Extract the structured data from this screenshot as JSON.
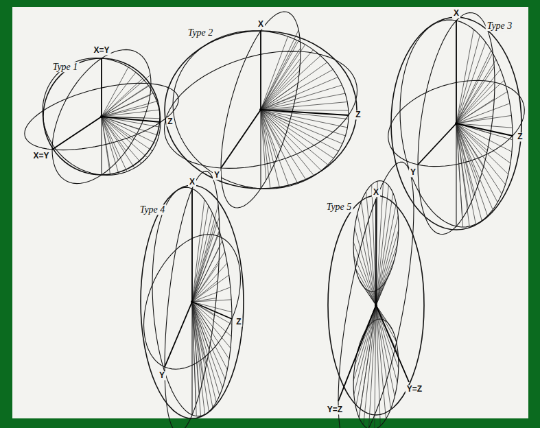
{
  "diagram": {
    "labels": [
      "Type 1",
      "X=Y",
      "X=Y",
      "Z",
      "Type 2",
      "X",
      "Y",
      "Z",
      "Type 3",
      "X",
      "Y",
      "Z",
      "Type 4",
      "X",
      "Y",
      "Z",
      "Type 5",
      "X",
      "Y=Z",
      "Y=Z"
    ]
  }
}
